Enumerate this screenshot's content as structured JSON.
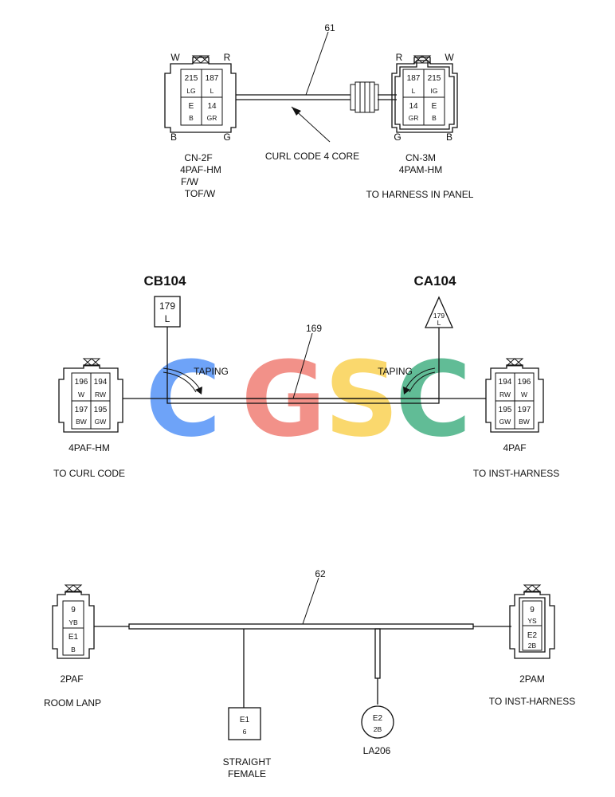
{
  "top": {
    "wire_number": "61",
    "cable_label": "CURL CODE 4 CORE",
    "left": {
      "corner_tl": "W",
      "corner_tr": "R",
      "corner_bl": "B",
      "corner_br": "G",
      "pins": [
        [
          "215",
          "LG"
        ],
        [
          "187",
          "L"
        ],
        [
          "E",
          "B"
        ],
        [
          "14",
          "GR"
        ]
      ],
      "name": "CN-2F",
      "type": "4PAF-HM",
      "note1": "F/W",
      "note2": "TOF/W"
    },
    "right": {
      "corner_tl": "R",
      "corner_tr": "W",
      "corner_bl": "G",
      "corner_br": "B",
      "pins": [
        [
          "187",
          "L"
        ],
        [
          "215",
          "IG"
        ],
        [
          "14",
          "GR"
        ],
        [
          "E",
          "B"
        ]
      ],
      "name": "CN-3M",
      "type": "4PAM-HM",
      "dest": "TO HARNESS IN PANEL"
    }
  },
  "middle": {
    "wire_number": "169",
    "taping_left": "TAPING",
    "taping_right": "TAPING",
    "cb": {
      "title": "CB104",
      "num": "179",
      "color": "L"
    },
    "ca": {
      "title": "CA104",
      "num": "179",
      "color": "L"
    },
    "left": {
      "pins": [
        [
          "196",
          "W"
        ],
        [
          "194",
          "RW"
        ],
        [
          "197",
          "BW"
        ],
        [
          "195",
          "GW"
        ]
      ],
      "type": "4PAF-HM",
      "dest": "TO CURL CODE"
    },
    "right": {
      "pins": [
        [
          "194",
          "RW"
        ],
        [
          "196",
          "W"
        ],
        [
          "195",
          "GW"
        ],
        [
          "197",
          "BW"
        ]
      ],
      "type": "4PAF",
      "dest": "TO INST-HARNESS"
    }
  },
  "bottom": {
    "wire_number": "62",
    "left": {
      "pins": [
        [
          "9",
          "YB"
        ],
        [
          "E1",
          "B"
        ]
      ],
      "type": "2PAF",
      "dest": "ROOM LANP"
    },
    "right": {
      "pins": [
        [
          "9",
          "YS"
        ],
        [
          "E2",
          "2B"
        ]
      ],
      "type": "2PAM",
      "dest": "TO INST-HARNESS"
    },
    "straight": {
      "pin": "E1",
      "code": "6",
      "label1": "STRAIGHT",
      "label2": "FEMALE"
    },
    "round": {
      "pin": "E2",
      "code": "2B",
      "name": "LA206"
    }
  },
  "watermark": {
    "letters": [
      "C",
      "G",
      "S",
      "C"
    ],
    "colors": [
      "#4f8ff7",
      "#f07a70",
      "#f9d04e",
      "#3fae7f"
    ]
  }
}
